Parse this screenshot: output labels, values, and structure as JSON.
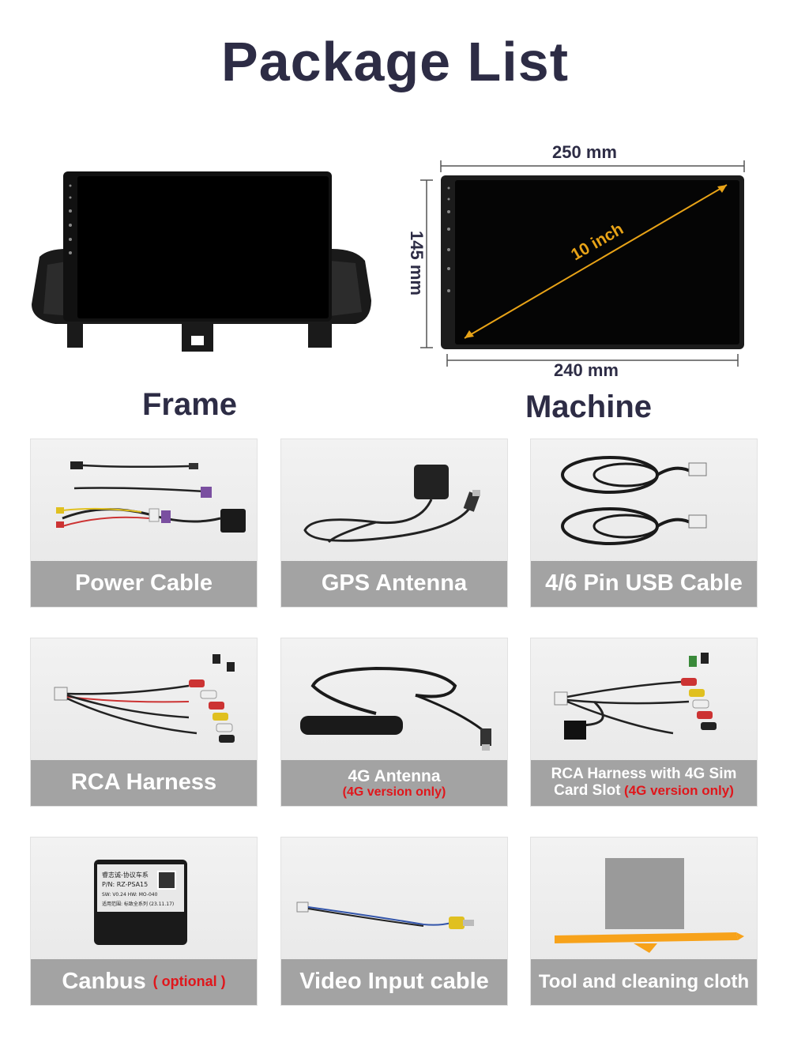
{
  "title": "Package List",
  "frame_label": "Frame",
  "machine_label": "Machine",
  "machine_dims": {
    "top_width": "250 mm",
    "bottom_width": "240 mm",
    "height": "145 mm",
    "diagonal": "10 inch"
  },
  "items": [
    {
      "name": "Power Cable"
    },
    {
      "name": "GPS Antenna"
    },
    {
      "name": "4/6 Pin USB Cable"
    },
    {
      "name": "RCA Harness"
    },
    {
      "name": "4G Antenna",
      "note": "(4G version only)"
    },
    {
      "name_line1": "RCA Harness with 4G Sim",
      "name_line2": "Card Slot",
      "note": "(4G version only)"
    },
    {
      "name": "Canbus",
      "note": "( optional )"
    },
    {
      "name": "Video Input cable"
    },
    {
      "name": "Tool and cleaning cloth"
    }
  ],
  "canbus_box_text": [
    "睿志诚-协议车系",
    "P/N: RZ-PSA15",
    "SW: V0.24  HW: MO-040",
    "适用范围: 标致全系列 (23.11.17)"
  ],
  "colors": {
    "title": "#2d2c45",
    "caption_bg": "#a3a3a3",
    "note_red": "#e0161b",
    "diagonal": "#e8a317"
  }
}
